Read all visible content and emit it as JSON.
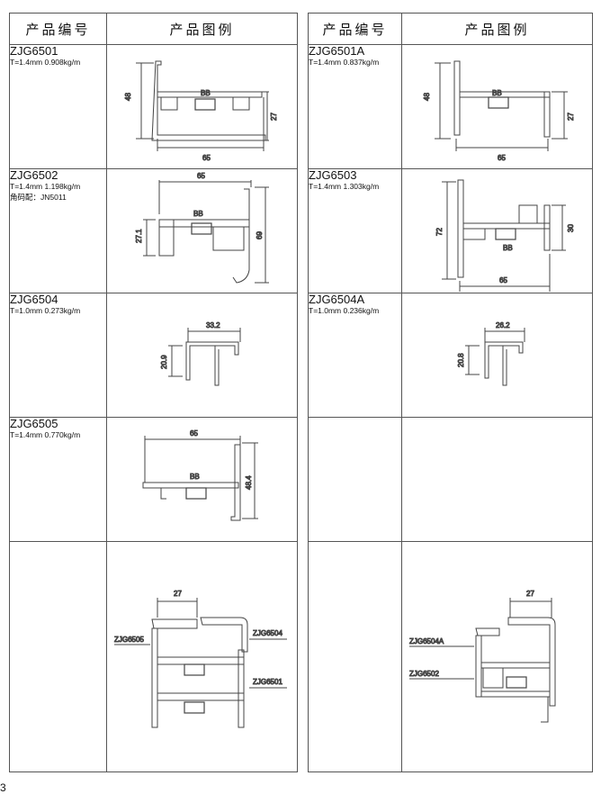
{
  "header": {
    "col_code": "产品编号",
    "col_figure": "产品图例"
  },
  "products": {
    "p6501": {
      "code": "ZJG6501",
      "spec": "T=1.4mm  0.908kg/m",
      "dims": {
        "a": "48",
        "b": "27",
        "c": "65"
      },
      "mark": "BB"
    },
    "p6501a": {
      "code": "ZJG6501A",
      "spec": "T=1.4mm  0.837kg/m",
      "dims": {
        "a": "48",
        "b": "27",
        "c": "65"
      },
      "mark": "BB"
    },
    "p6502": {
      "code": "ZJG6502",
      "spec": "T=1.4mm  1.198kg/m",
      "note": "角码配：JN5011",
      "dims": {
        "a": "65",
        "b": "27.1",
        "c": "69"
      },
      "mark": "BB"
    },
    "p6503": {
      "code": "ZJG6503",
      "spec": "T=1.4mm  1.303kg/m",
      "dims": {
        "a": "72",
        "b": "30",
        "c": "65"
      },
      "mark": "BB"
    },
    "p6504": {
      "code": "ZJG6504",
      "spec": "T=1.0mm  0.273kg/m",
      "dims": {
        "a": "33.2",
        "b": "20.9"
      }
    },
    "p6504a": {
      "code": "ZJG6504A",
      "spec": "T=1.0mm  0.236kg/m",
      "dims": {
        "a": "26.2",
        "b": "20.8"
      }
    },
    "p6505": {
      "code": "ZJG6505",
      "spec": "T=1.4mm  0.770kg/m",
      "dims": {
        "a": "65",
        "b": "48.4"
      },
      "mark": "BB"
    }
  },
  "assembly_left": {
    "dim": "27",
    "label_a": "ZJG6505",
    "label_b": "ZJG6504",
    "label_c": "ZJG6501"
  },
  "assembly_right": {
    "dim": "27",
    "label_a": "ZJG6504A",
    "label_b": "ZJG6502"
  },
  "page_number": "3"
}
